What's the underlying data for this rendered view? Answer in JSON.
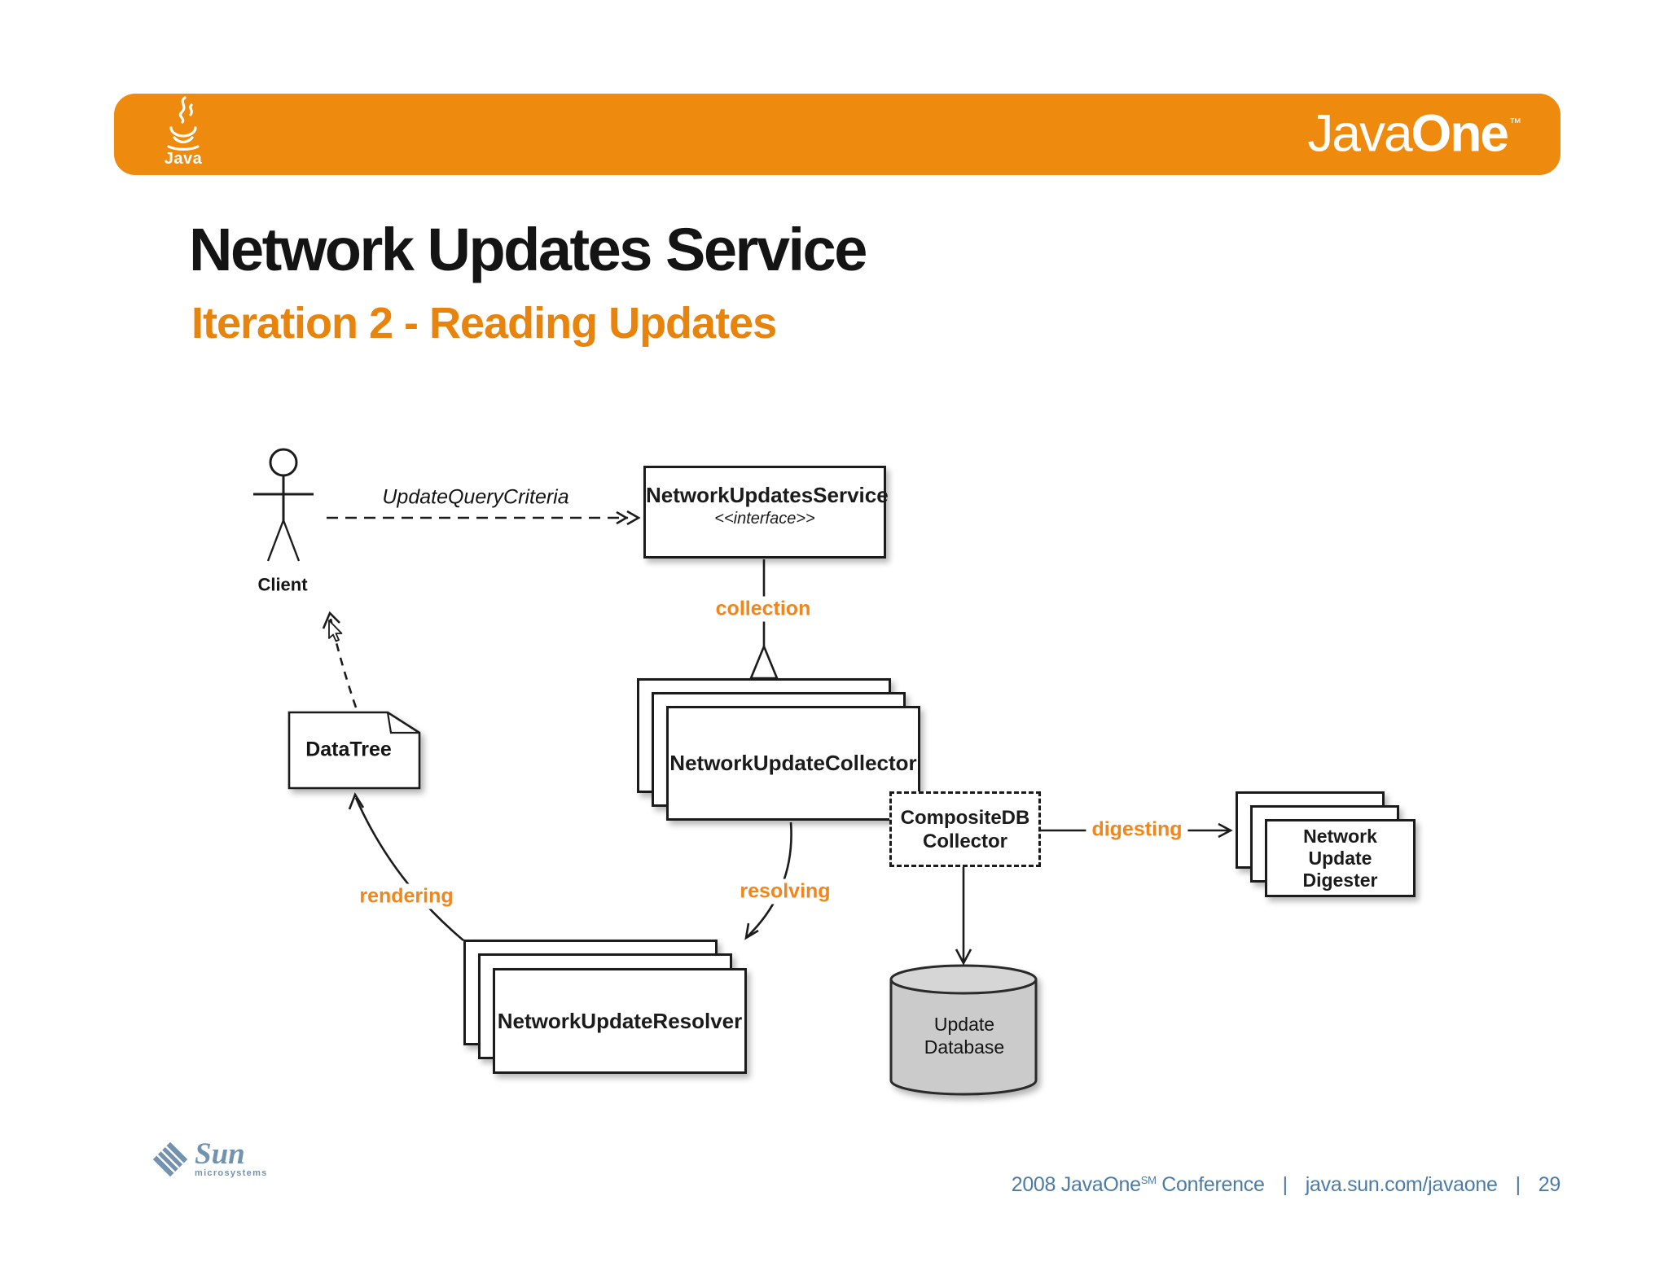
{
  "header": {
    "java_logo_label": "Java",
    "javaone_wordmark": {
      "java": "Java",
      "one": "One",
      "tm": "™"
    }
  },
  "slide": {
    "title": "Network Updates Service",
    "subtitle": "Iteration 2 - Reading Updates"
  },
  "diagram": {
    "actor_label": "Client",
    "message_label": "UpdateQueryCriteria",
    "interface_box": {
      "name": "NetworkUpdatesService",
      "stereotype": "<<interface>>"
    },
    "edge_labels": {
      "collection": "collection",
      "resolving": "resolving",
      "rendering": "rendering",
      "digesting": "digesting"
    },
    "collector_stack_label": "NetworkUpdateCollector",
    "composite_collector": {
      "line1": "CompositeDB",
      "line2": "Collector"
    },
    "digester_stack": {
      "line1": "Network",
      "line2": "Update",
      "line3": "Digester"
    },
    "resolver_stack_label": "NetworkUpdateResolver",
    "note_label": "DataTree",
    "database": {
      "line1": "Update",
      "line2": "Database"
    }
  },
  "footer": {
    "sun_logo": {
      "name": "Sun",
      "subtext": "microsystems"
    },
    "conference_prefix": "2008 JavaOne",
    "conference_superscript": "SM",
    "conference_suffix": " Conference",
    "separator": "|",
    "url": "java.sun.com/javaone",
    "page_number": "29"
  },
  "colors": {
    "banner-orange": "#EE8A0D",
    "accent-orange": "#F0861C",
    "subtitle-orange": "#E8830C",
    "footer-blue": "#4C7CA6",
    "sun-blue": "#7292AF",
    "ink": "#1B1B1B",
    "db-gray": "#CBCBCB"
  }
}
